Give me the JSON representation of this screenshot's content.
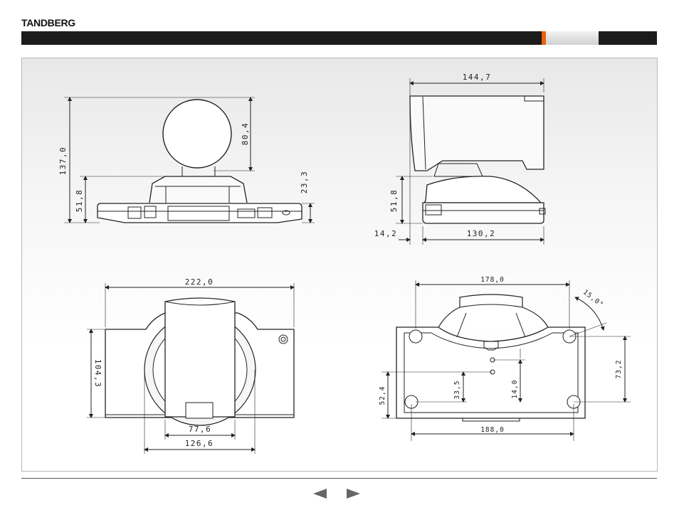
{
  "brand": {
    "logo_text": "TANDBERG",
    "accent_color": "#e8620e",
    "bar_color": "#1c1c1c"
  },
  "front_view": {
    "height_total": "137,0",
    "height_camera": "80,4",
    "height_base": "51,8",
    "height_foot": "23,3"
  },
  "side_view": {
    "depth_total": "144,7",
    "height_base": "51,8",
    "offset": "14,2",
    "depth_base": "130,2"
  },
  "top_view": {
    "width_total": "222,0",
    "depth": "104,3",
    "stand_width": "77,6",
    "lens_width": "126,6"
  },
  "bottom_view": {
    "hole_span_top": "178,0",
    "angle": "15,0°",
    "hole_span_bottom": "188,0",
    "depth_right": "73,2",
    "depth_left": "52,4",
    "screw_a": "33,5",
    "screw_b": "14,0"
  },
  "navigation": {
    "prev_icon": "triangle-left-icon",
    "next_icon": "triangle-right-icon"
  }
}
